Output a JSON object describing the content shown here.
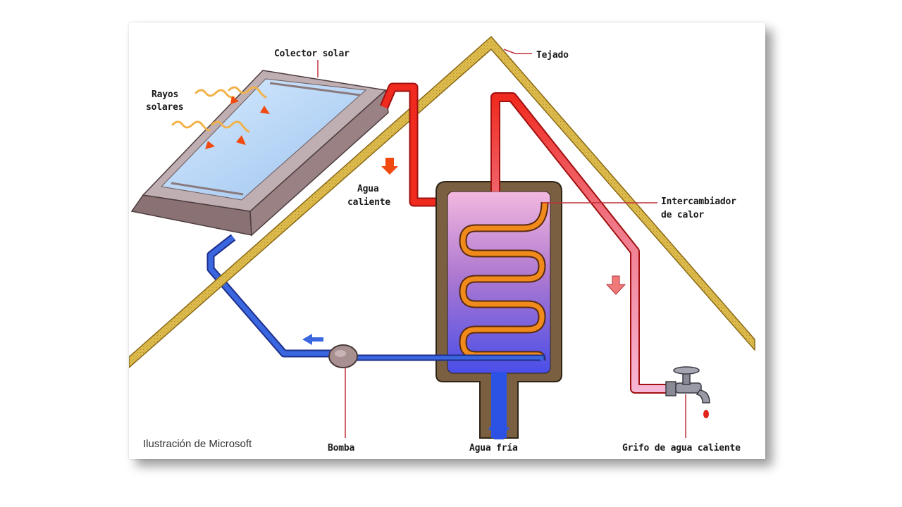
{
  "labels": {
    "collector": "Colector solar",
    "rays_line1": "Rayos",
    "rays_line2": "solares",
    "roof": "Tejado",
    "hot_water_line1": "Agua",
    "hot_water_line2": "caliente",
    "exchanger_line1": "Intercambiador",
    "exchanger_line2": "de calor",
    "pump": "Bomba",
    "cold_water": "Agua fría",
    "hot_tap": "Grifo de agua caliente"
  },
  "credit": "Ilustración de Microsoft",
  "colors": {
    "roof": "#d9b84a",
    "hot_pipe": "#f02a1e",
    "cold_pipe": "#3a66e0",
    "tank_shell": "#7a6040",
    "collector_frame": "#9c8a8e",
    "glass": "#bcd8f4",
    "pump": "#a89090"
  }
}
